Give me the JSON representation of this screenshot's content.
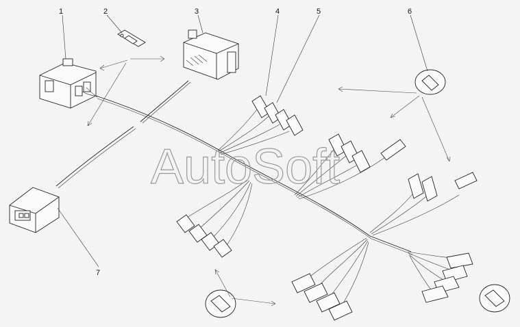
{
  "callouts": {
    "n1": "1",
    "n2": "2",
    "n3": "3",
    "n4": "4",
    "n5": "5",
    "n6": "6",
    "n7": "7"
  },
  "watermark": "AutoSoft",
  "colors": {
    "line": "#222222",
    "background": "#f4f4f4",
    "watermark": "#9a9a9a"
  }
}
